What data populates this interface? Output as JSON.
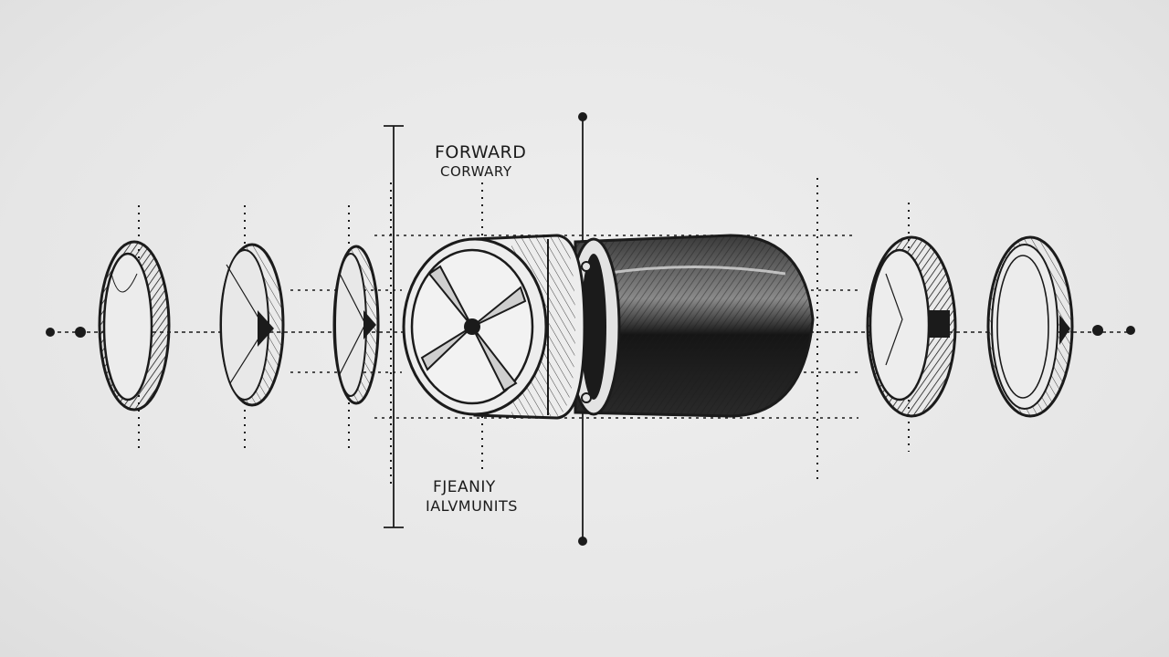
{
  "labels": {
    "top_line1": "FORWARD",
    "top_line2": "CORWARY",
    "bottom_line1": "FJEANIY",
    "bottom_line2": "IALVMUNITS"
  },
  "colors": {
    "ink": "#1b1b1b",
    "paper": "#e9e9e9"
  }
}
